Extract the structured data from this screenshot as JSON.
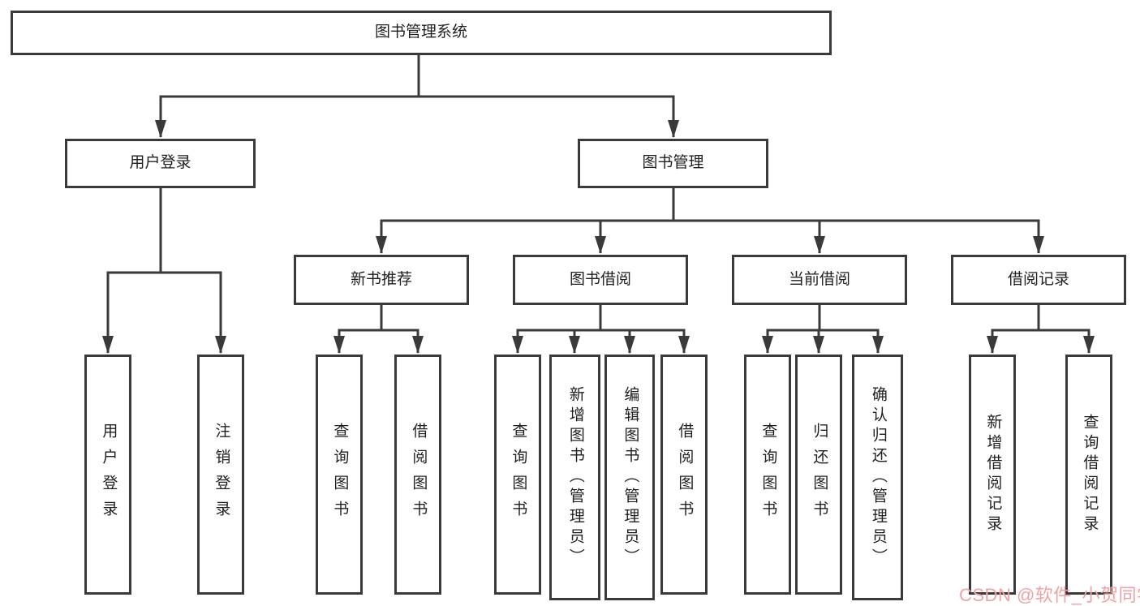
{
  "diagram": {
    "watermark": "CSDN @软件_小贺同学",
    "colors": {
      "line": "#3a3a3a",
      "box_border": "#3a3a3a",
      "text": "#1f1f1f",
      "watermark": "#f1a2a4",
      "background": "#ffffff"
    },
    "tree": {
      "root": {
        "label": "图书管理系统"
      },
      "branches": [
        {
          "label": "用户登录",
          "children": [
            {
              "label": "用户登录"
            },
            {
              "label": "注销登录"
            }
          ]
        },
        {
          "label": "图书管理",
          "children": [
            {
              "label": "新书推荐",
              "children": [
                {
                  "label": "查询图书"
                },
                {
                  "label": "借阅图书"
                }
              ]
            },
            {
              "label": "图书借阅",
              "children": [
                {
                  "label": "查询图书"
                },
                {
                  "label": "新增图书（管理员）"
                },
                {
                  "label": "编辑图书（管理员）"
                },
                {
                  "label": "借阅图书"
                }
              ]
            },
            {
              "label": "当前借阅",
              "children": [
                {
                  "label": "查询图书"
                },
                {
                  "label": "归还图书"
                },
                {
                  "label": "确认归还（管理员）"
                }
              ]
            },
            {
              "label": "借阅记录",
              "children": [
                {
                  "label": "新增借阅记录"
                },
                {
                  "label": "查询借阅记录"
                }
              ]
            }
          ]
        }
      ]
    }
  }
}
